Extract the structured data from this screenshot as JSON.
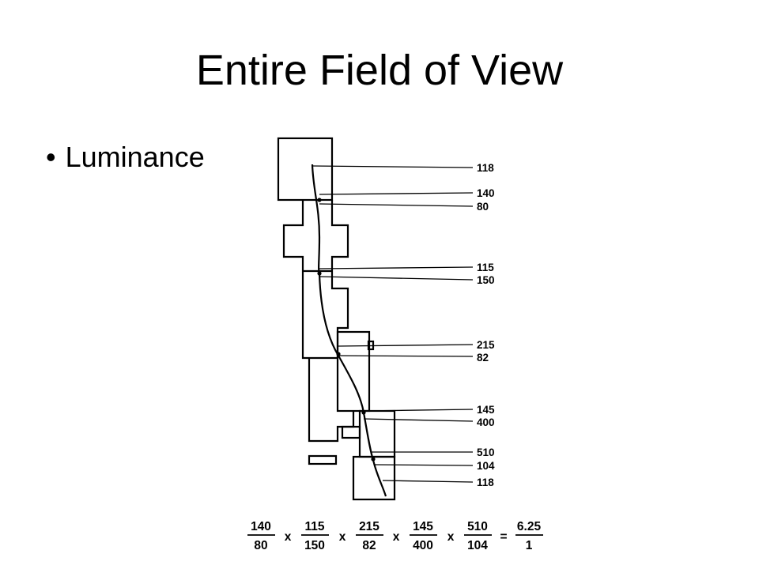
{
  "slide": {
    "title": "Entire Field of View",
    "bullet": "Luminance"
  },
  "diagram": {
    "labels": [
      "118",
      "140",
      "80",
      "115",
      "150",
      "215",
      "82",
      "145",
      "400",
      "510",
      "104",
      "118"
    ],
    "equation": {
      "fractions": [
        {
          "num": "140",
          "den": "80"
        },
        {
          "num": "115",
          "den": "150"
        },
        {
          "num": "215",
          "den": "82"
        },
        {
          "num": "145",
          "den": "400"
        },
        {
          "num": "510",
          "den": "104"
        }
      ],
      "operator": "x",
      "equals": "=",
      "result": {
        "num": "6.25",
        "den": "1"
      }
    }
  }
}
